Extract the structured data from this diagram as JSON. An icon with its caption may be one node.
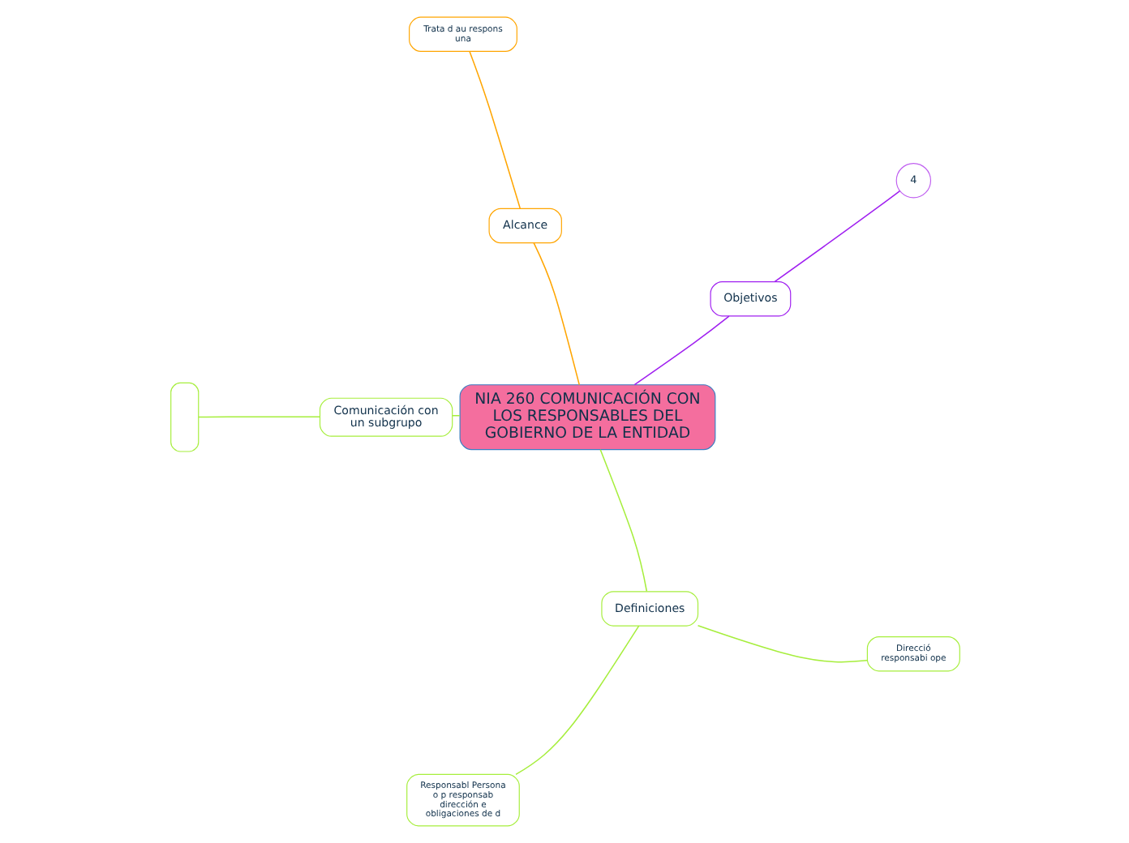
{
  "diagram": {
    "nodes": [
      {
        "text": [
          "NIA 260 COMUNICACIÓN CON LOS RESPONSABLES DEL GOBIERNO DE LA ENTIDAD"
        ]
      },
      {
        "text": [
          "Objetivos"
        ]
      },
      {
        "text": [
          "4"
        ]
      },
      {
        "text": [
          "Alcance"
        ]
      },
      {
        "text": [
          "Trata d au respons una"
        ]
      },
      {
        "text": [
          "Comunicación con un subgrupo"
        ]
      },
      {
        "text": [],
        "shape": "box"
      },
      {
        "text": [
          "Definiciones"
        ]
      },
      {
        "text": [
          "Responsabl Persona o p responsab dirección e obligaciones de d"
        ]
      },
      {
        "text": [
          "Direcció responsabi ope"
        ]
      }
    ],
    "edges": [
      {
        "from": 0,
        "to": 1,
        "arrow": "none",
        "color": "#a020f0"
      },
      {
        "from": 1,
        "to": 2,
        "arrow": "none",
        "color": "#a020f0"
      },
      {
        "from": 0,
        "to": 3,
        "arrow": "none",
        "color": "#ffa500"
      },
      {
        "from": 3,
        "to": 4,
        "arrow": "none",
        "color": "#ffa500"
      },
      {
        "from": 0,
        "to": 5,
        "arrow": "none"
      },
      {
        "from": 5,
        "to": 6,
        "arrow": "none"
      },
      {
        "from": 0,
        "to": 7,
        "arrow": "none"
      },
      {
        "from": 7,
        "to": 8,
        "arrow": "none"
      },
      {
        "from": 7,
        "to": 9,
        "arrow": "none"
      }
    ]
  }
}
